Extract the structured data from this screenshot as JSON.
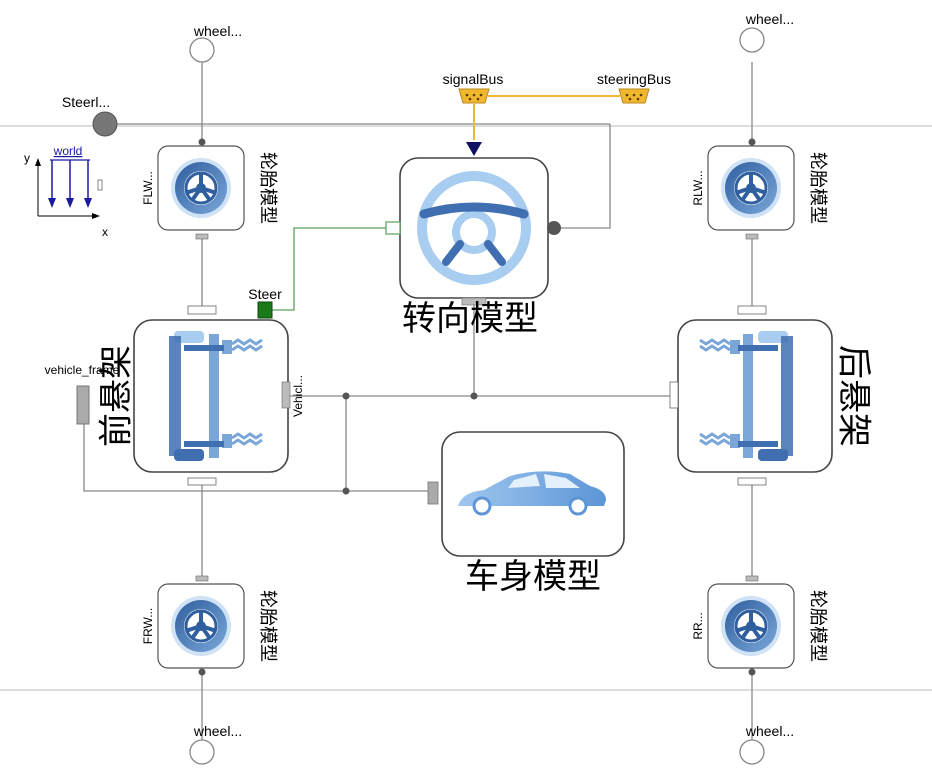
{
  "ports": {
    "wheel_fl": "wheel...",
    "wheel_rl": "wheel...",
    "wheel_fr": "wheel...",
    "wheel_rr": "wheel...",
    "steer_in": "Steerl...",
    "signal_bus": "signalBus",
    "steering_bus": "steeringBus",
    "steer": "Steer",
    "vehicle_frame": "vehicle_frame",
    "vehicl": "Vehicl..."
  },
  "world": {
    "label": "world",
    "axis_y": "y",
    "axis_x": "x"
  },
  "tires": {
    "fl": {
      "id": "FLW...",
      "title": "轮胎模型"
    },
    "rl": {
      "id": "RLW...",
      "title": "轮胎模型"
    },
    "fr": {
      "id": "FRW...",
      "title": "轮胎模型"
    },
    "rr": {
      "id": "RR...",
      "title": "轮胎模型"
    }
  },
  "blocks": {
    "steering": "转向模型",
    "front_susp": "前悬架",
    "rear_susp": "后悬架",
    "body": "车身模型"
  },
  "colors": {
    "wire": "#777777",
    "green_wire": "#5aa05a",
    "bus": "#f0b830",
    "tire_blue": "#3f6fb0",
    "light_blue": "#a9cdf0"
  }
}
